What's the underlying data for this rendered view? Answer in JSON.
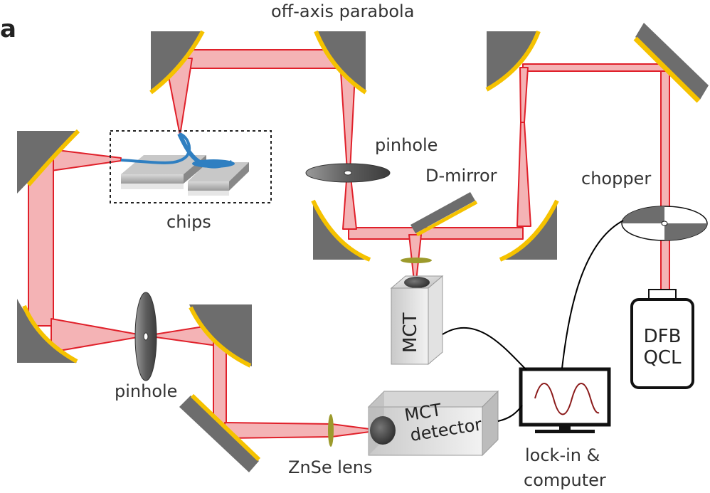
{
  "panel_label": "a",
  "labels": {
    "off_axis_parabola": "off-axis parabola",
    "pinhole_top": "pinhole",
    "d_mirror": "D-mirror",
    "chopper": "chopper",
    "chips": "chips",
    "pinhole_bottom": "pinhole",
    "znse_lens": "ZnSe lens",
    "mct": "MCT",
    "mct_detector_line1": "MCT",
    "mct_detector_line2": "detector",
    "lockin_line1": "lock-in &",
    "lockin_line2": "computer",
    "dfb_line1": "DFB",
    "dfb_line2": "QCL"
  },
  "colors": {
    "beam_fill": "#f4b3b5",
    "beam_edge": "#e0202a",
    "mirror_body": "#6d6d6d",
    "mirror_coating": "#f5c200",
    "fiber": "#2f7fc1",
    "lens": "#9c9a2c",
    "sine": "#8b1a1a",
    "cable": "#000000"
  },
  "icons": [
    "off-axis-parabolic-mirror-icon",
    "flat-mirror-icon",
    "pinhole-icon",
    "lens-icon",
    "chopper-wheel-icon",
    "detector-icon",
    "monitor-icon",
    "laser-icon",
    "chip-icon"
  ]
}
